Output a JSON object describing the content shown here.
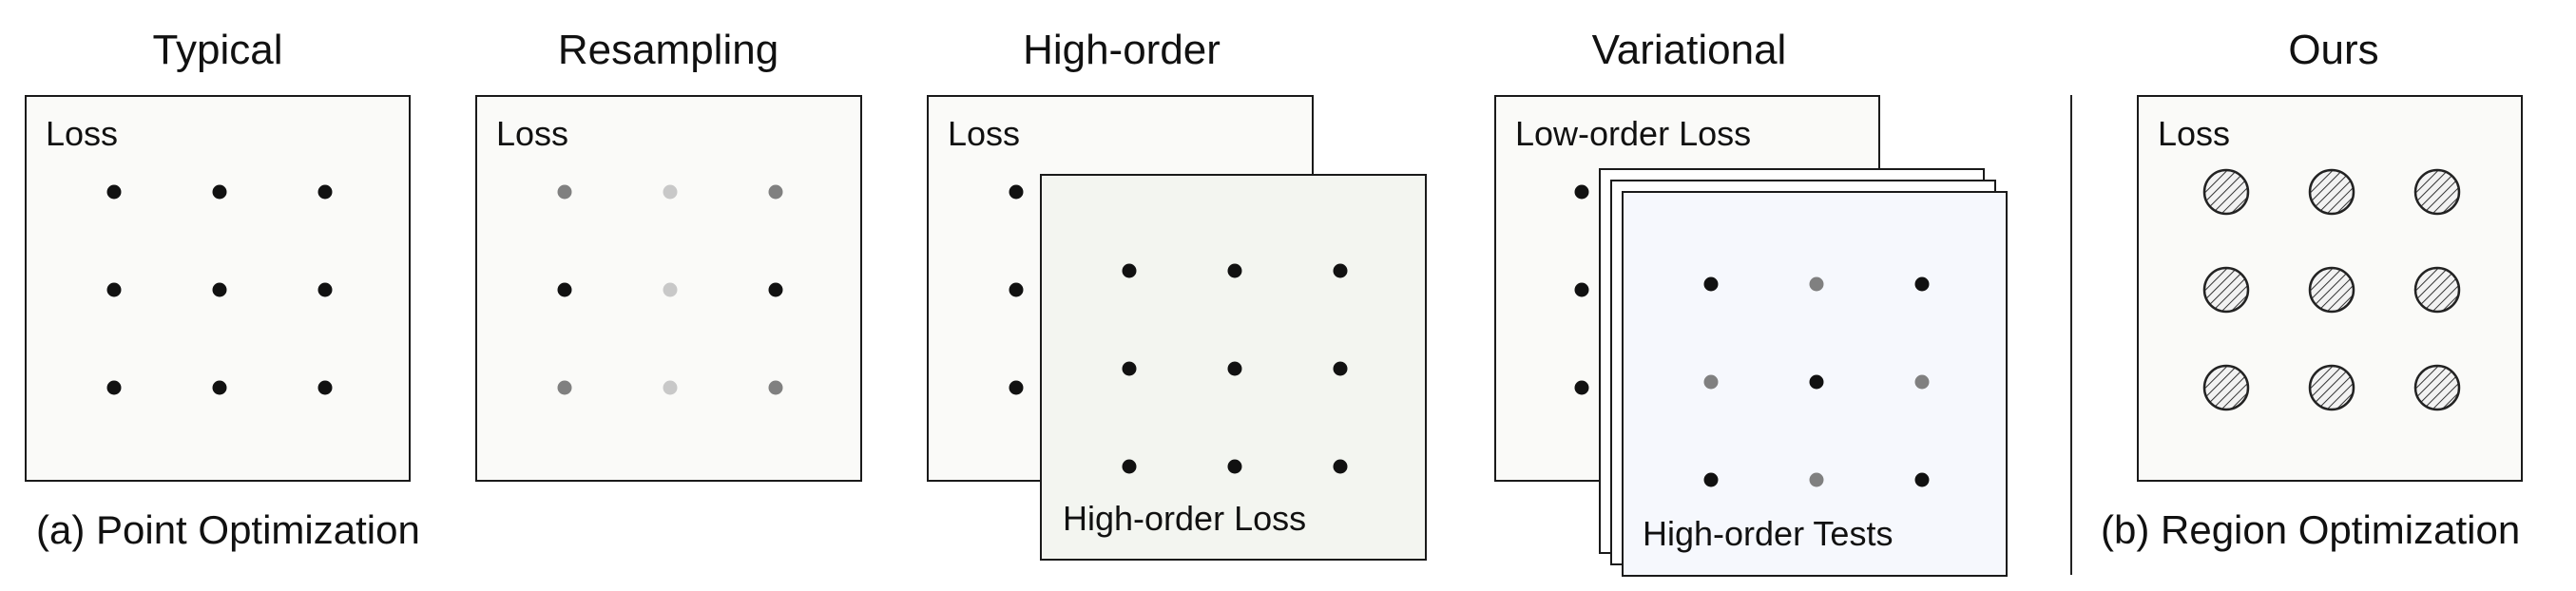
{
  "titles": {
    "typical": "Typical",
    "resampling": "Resampling",
    "high_order": "High-order",
    "variational": "Variational",
    "ours": "Ours"
  },
  "panels": {
    "typical_loss": "Loss",
    "resampling_loss": "Loss",
    "high_order_loss_back": "Loss",
    "high_order_loss_front": "High-order Loss",
    "variational_loss": "Low-order Loss",
    "variational_tests": "High-order Tests",
    "ours_loss": "Loss"
  },
  "captions": {
    "point": "(a) Point Optimization",
    "region": "(b) Region Optimization"
  }
}
